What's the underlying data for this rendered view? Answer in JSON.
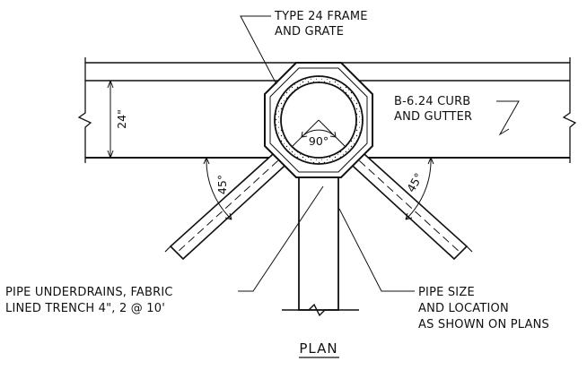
{
  "labels": {
    "frame_line1": "TYPE 24 FRAME",
    "frame_line2": "AND GRATE",
    "curb_line1": "B-6.24 CURB",
    "curb_line2": "AND GUTTER",
    "underdrain_line1": "PIPE UNDERDRAINS, FABRIC",
    "underdrain_line2": "LINED TRENCH 4\", 2 @ 10'",
    "pipe_line1": "PIPE SIZE",
    "pipe_line2": "AND LOCATION",
    "pipe_line3": "AS SHOWN ON PLANS",
    "dim_width": "24\"",
    "angle_left": "45°",
    "angle_right": "45°",
    "angle_center": "90°",
    "view_title": "PLAN"
  },
  "colors": {
    "line": "#111111",
    "background": "#ffffff"
  }
}
